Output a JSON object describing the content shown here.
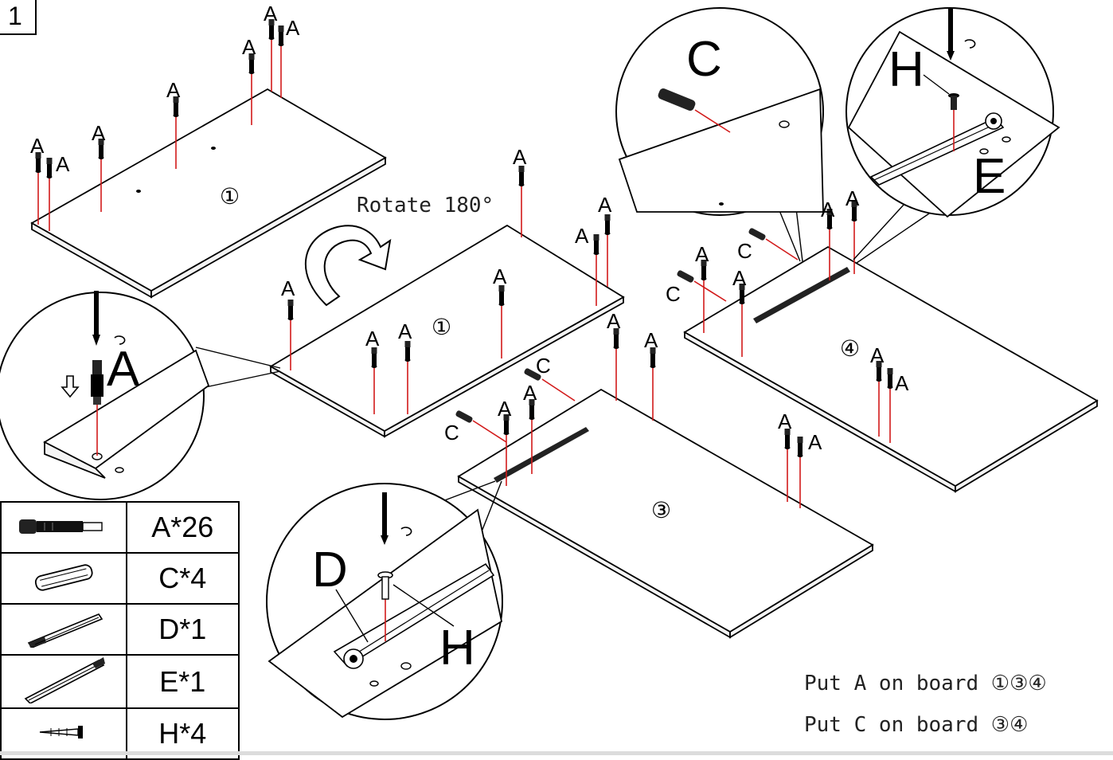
{
  "step": "1",
  "rotate_text": "Rotate 180°",
  "boards": {
    "board1_top": "①",
    "board1_flipped": "①",
    "board3": "③",
    "board4": "④"
  },
  "hardware_labels": {
    "a": "A",
    "c": "C",
    "d": "D",
    "e": "E",
    "h": "H"
  },
  "parts": [
    {
      "icon": "cam-bolt-icon",
      "qty": "A*26"
    },
    {
      "icon": "wooden-dowel-icon",
      "qty": "C*4"
    },
    {
      "icon": "drawer-slide-rail-d-icon",
      "qty": "D*1"
    },
    {
      "icon": "drawer-slide-rail-e-icon",
      "qty": "E*1"
    },
    {
      "icon": "screw-icon",
      "qty": "H*4"
    }
  ],
  "notes": {
    "line1": "Put A on board ①③④",
    "line2": "Put C on board ③④"
  },
  "colors": {
    "guide_line": "#d21a1a",
    "outline": "#000000"
  }
}
